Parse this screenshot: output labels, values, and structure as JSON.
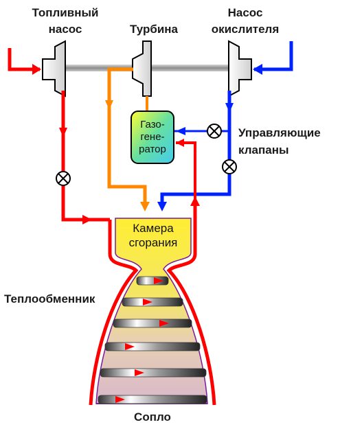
{
  "labels": {
    "fuel_pump": [
      "Топливный",
      "насос"
    ],
    "turbine": "Турбина",
    "oxidizer_pump": [
      "Насос",
      "окислителя"
    ],
    "control_valves": [
      "Управляющие",
      "клапаны"
    ],
    "heat_exchanger": "Теплообменник",
    "nozzle": "Сопло",
    "combustion_chamber": [
      "Камера",
      "сгорания"
    ],
    "gas_generator": [
      "Газо-",
      "гене-",
      "ратор"
    ]
  },
  "colors": {
    "fuel_line": "#ff0000",
    "oxidizer_line": "#0022ff",
    "turbine_exhaust": "#ff8800",
    "chamber_fill": "#ffee44",
    "shaft": "#999999",
    "nozzle_bottom": "#d8b8cc"
  },
  "icons": {
    "pump": "pump-icon",
    "turbine": "turbine-icon",
    "valve": "valve-icon",
    "arrow": "flow-arrow-icon"
  }
}
